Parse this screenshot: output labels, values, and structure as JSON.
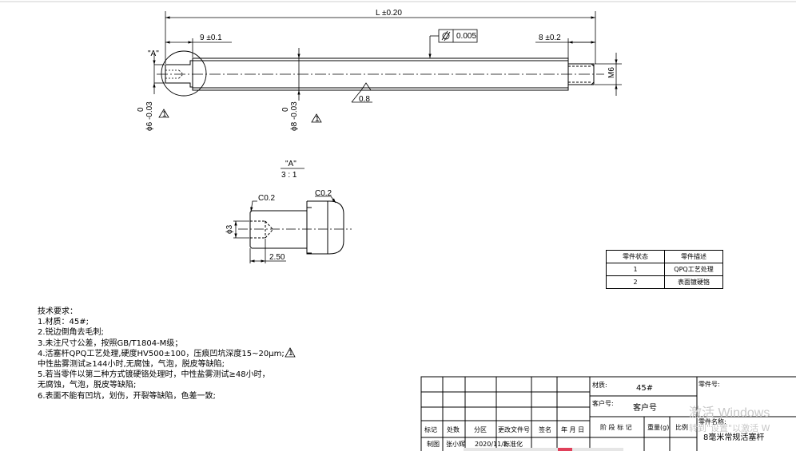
{
  "dims": {
    "overall_length": "L ±0.20",
    "left_step": "9 ±0.1",
    "right_step": "8 ±0.2",
    "thread": "M6",
    "left_dia_val": "0",
    "left_dia_tol": "ϕ6 -0.03",
    "main_dia_val": "0",
    "main_dia_tol": "ϕ8 -0.03",
    "roughness": "0.8",
    "cylindricity": "0.005",
    "detail_ref": "\"A\"",
    "detail_title": "\"A\"",
    "detail_scale": "3 : 1",
    "chamfer_left": "C0.2",
    "chamfer_right": "C0.2",
    "hole_dia": "ϕ3",
    "hole_depth": "2.50",
    "warn_mark": "1"
  },
  "notes": {
    "title": "技术要求：",
    "lines": [
      "1.材质：45#;",
      "2.锐边倒角去毛刺;",
      "3.未注尺寸公差，按照GB/T1804-M级；",
      "4.活塞杆QPQ工艺处理,硬度HV500±100，压痕凹坑深度15~20μm;",
      "中性盐雾测试≥144小时,无腐蚀，气泡，脱皮等缺陷;",
      "5.若当零件以第二种方式镀硬铬处理时，中性盐雾测试≥48小时，",
      "无腐蚀，气泡，脱皮等缺陷;",
      "6.表面不能有凹坑，划伤，开裂等缺陷，色差一致;"
    ]
  },
  "status_table": {
    "headers": [
      "零件状态",
      "零件描述"
    ],
    "rows": [
      [
        "1",
        "QPQ工艺处理"
      ],
      [
        "2",
        "表面镀硬铬"
      ]
    ]
  },
  "title_block": {
    "material_label": "材质:",
    "material_value": "45#",
    "customer_label": "客户号:",
    "customer_value": "客户号",
    "part_no_label": "零件号:",
    "part_name_label": "零件名称:",
    "part_name_value": "8毫米常规活塞杆",
    "headers": [
      "标记",
      "处数",
      "分区",
      "更改文件号",
      "签名",
      "年 月 日"
    ],
    "stage_label": "阶 段 标 记",
    "weight_label": "重量(g)",
    "scale_label": "比例",
    "designer_label": "制图",
    "designer_name": "张小辉",
    "date_value": "2020/11/2",
    "std_label": "标准化"
  },
  "watermark": {
    "line1": "激活 Windows",
    "line2": "转到\"设置\"以激活 W"
  }
}
